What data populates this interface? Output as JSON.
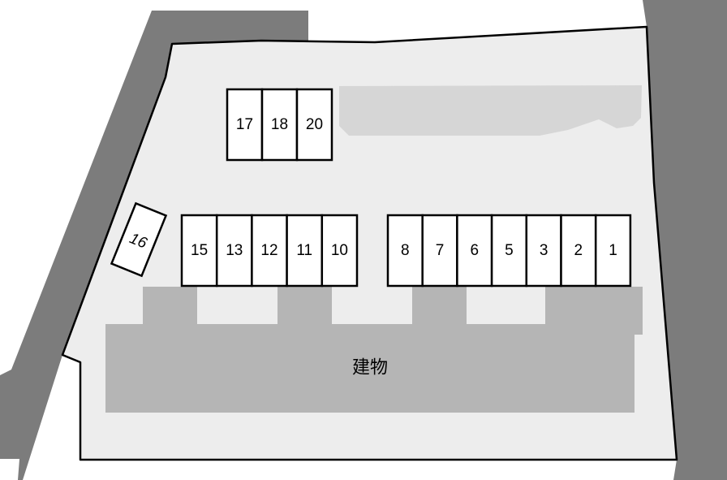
{
  "map": {
    "building_label": "建物",
    "colors": {
      "road": "#7c7c7c",
      "lot": "#ededed",
      "planting": "#d6d6d6",
      "building": "#b5b5b5",
      "space": "#ffffff",
      "outline": "#000000"
    },
    "rows": [
      {
        "name": "top-row",
        "spaces": [
          "17",
          "18",
          "20"
        ]
      },
      {
        "name": "middle-left-row",
        "spaces": [
          "15",
          "13",
          "12",
          "11",
          "10"
        ]
      },
      {
        "name": "middle-right-row",
        "spaces": [
          "8",
          "7",
          "6",
          "5",
          "3",
          "2",
          "1"
        ]
      }
    ],
    "angled_space": "16"
  }
}
